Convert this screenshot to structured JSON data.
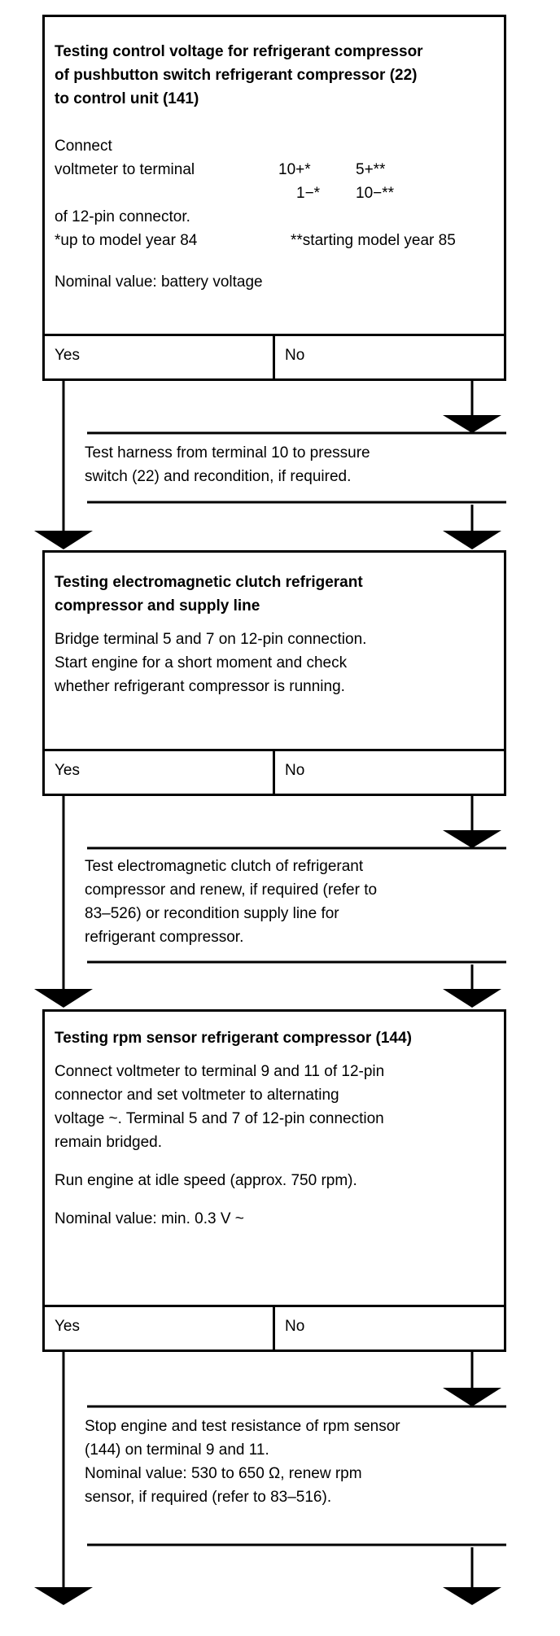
{
  "box1": {
    "title_lines": [
      "Testing control voltage for refrigerant compressor",
      "of pushbutton switch refrigerant compressor (22)",
      "to control unit (141)"
    ],
    "connect": "Connect",
    "voltmeter": "voltmeter to terminal",
    "t1a": "10+*",
    "t1b": "5+**",
    "t2a": "1−*",
    "t2b": "10−**",
    "of12": "of 12-pin connector.",
    "year84": "*up to model year 84",
    "year85": "**starting model year 85",
    "nominal": "Nominal value: battery voltage",
    "yes": "Yes",
    "no": "No"
  },
  "note1": [
    "Test harness from terminal 10 to pressure",
    "switch (22) and recondition, if required."
  ],
  "box2": {
    "title_lines": [
      "Testing electromagnetic clutch refrigerant",
      "compressor and supply line"
    ],
    "lines": [
      "Bridge terminal 5 and 7 on 12-pin connection.",
      "Start engine for a short moment and check",
      "whether refrigerant compressor is running."
    ],
    "yes": "Yes",
    "no": "No"
  },
  "note2": [
    "Test electromagnetic clutch of refrigerant",
    "compressor and renew, if required (refer to",
    "83–526) or recondition supply line for",
    "refrigerant compressor."
  ],
  "box3": {
    "title_lines": [
      "Testing rpm sensor refrigerant compressor (144)"
    ],
    "lines": [
      "Connect voltmeter to terminal 9 and 11 of 12-pin",
      "connector and set voltmeter to alternating",
      "voltage ~. Terminal 5 and 7 of 12-pin connection",
      "remain bridged."
    ],
    "idle": "Run engine at idle speed (approx. 750 rpm).",
    "nominal": "Nominal value: min. 0.3 V ~",
    "yes": "Yes",
    "no": "No"
  },
  "note3": [
    "Stop engine and test resistance of rpm sensor",
    "(144) on terminal 9 and 11.",
    "Nominal value: 530 to 650 Ω, renew rpm",
    "sensor, if required (refer to 83–516)."
  ]
}
